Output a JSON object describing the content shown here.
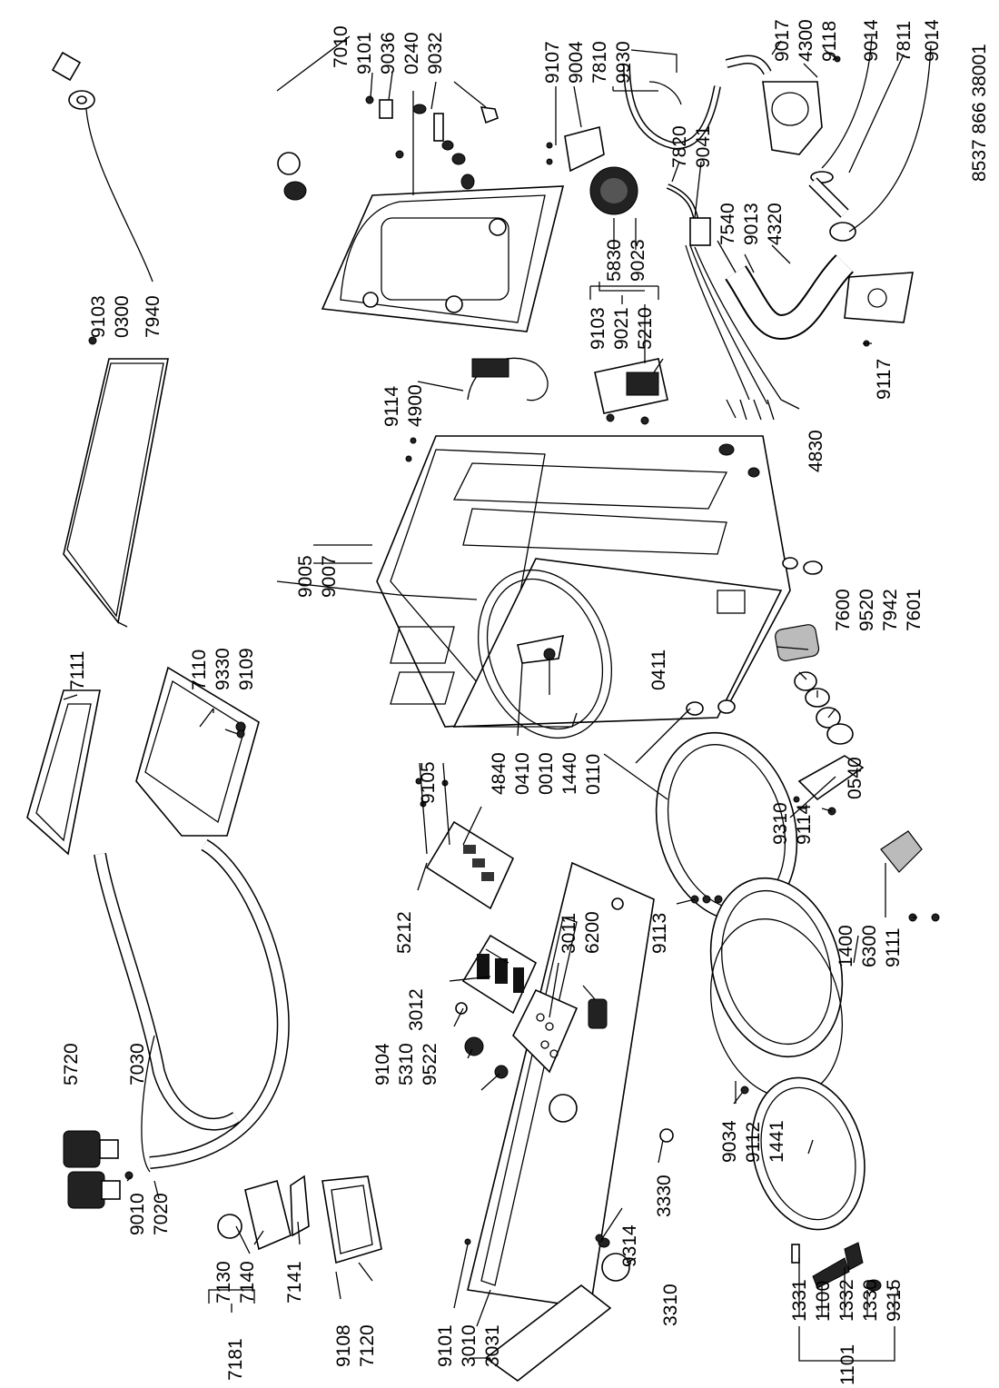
{
  "document_id": "8537 866 38001",
  "labels": {
    "l7010": "7010",
    "l9101a": "9101",
    "l9036": "9036",
    "l0240": "0240",
    "l9032": "9032",
    "l9107": "9107",
    "l9004": "9004",
    "l7810": "7810",
    "l9930": "9930",
    "l9017": "9017",
    "l4300": "4300",
    "l9118": "9118",
    "l9014a": "9014",
    "l7811": "7811",
    "l9014b": "9014",
    "l7820": "7820",
    "l9041": "9041",
    "l5830": "5830",
    "l9023": "9023",
    "l7540": "7540",
    "l9013": "9013",
    "l4320": "4320",
    "l9103a": "9103",
    "l0300": "0300",
    "l7940": "7940",
    "l9103b": "9103",
    "l9021": "9021",
    "l5210": "5210",
    "l9114a": "9114",
    "l4900": "4900",
    "l4830": "4830",
    "l9117": "9117",
    "l9005": "9005",
    "l9007": "9007",
    "l7111": "7111",
    "l7110": "7110",
    "l9330": "9330",
    "l9109": "9109",
    "l7600": "7600",
    "l9520": "9520",
    "l7942": "7942",
    "l7601": "7601",
    "l0411": "0411",
    "l0410": "0410",
    "l0010": "0010",
    "l1440": "1440",
    "l0110": "0110",
    "l4840": "4840",
    "l0540": "0540",
    "l9310": "9310",
    "l9114b": "9114",
    "l9105": "9105",
    "l5212": "5212",
    "l3011": "3011",
    "l6200": "6200",
    "l9113": "9113",
    "l1400": "1400",
    "l6300": "6300",
    "l9111": "9111",
    "l5720": "5720",
    "l7030": "7030",
    "l3012": "3012",
    "l9104": "9104",
    "l5310": "5310",
    "l9522": "9522",
    "l9034": "9034",
    "l9112": "9112",
    "l1441": "1441",
    "l9010": "9010",
    "l7020": "7020",
    "l9314": "9314",
    "l3330": "3330",
    "l7130": "7130",
    "l7140": "7140",
    "l7141": "7141",
    "l7181": "7181",
    "l9108": "9108",
    "l7120": "7120",
    "l9101b": "9101",
    "l3010": "3010",
    "l3031": "3031",
    "l3310": "3310",
    "l1331": "1331",
    "l1100": "1100",
    "l1332": "1332",
    "l1330": "1330",
    "l9315": "9315",
    "l1101": "1101"
  }
}
